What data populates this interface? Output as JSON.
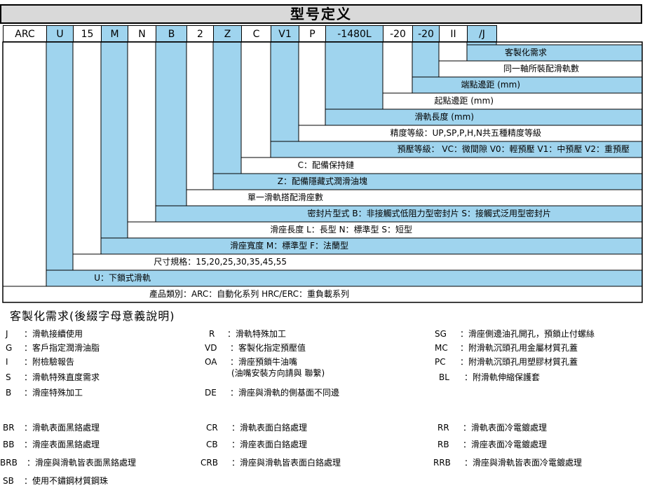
{
  "title": "型号定义",
  "code_cells": [
    "ARC",
    "U",
    "15",
    "M",
    "N",
    "B",
    "2",
    "Z",
    "C",
    "V1",
    "P",
    "-1480L",
    "-20",
    "-20",
    "II",
    "/J"
  ],
  "descriptions": [
    "客製化需求",
    "同一軸所裝配滑軌數",
    "端點邊距 (mm)",
    "起點邊距 (mm)",
    "滑軌長度 (mm)",
    "精度等級：UP,SP,P,H,N共五種精度等級",
    "預壓等級： VC：微間隙  V0：輕預壓   V1：中預壓   V2：重預壓",
    "C：配備保持鏈",
    "Z：配備隱藏式潤滑油塊",
    "單一滑軌搭配滑座數",
    "密封片型式    B：非接觸式低阻力型密封片    S：接觸式泛用型密封片",
    "滑座長度  L：長型      N：標準型      S：短型",
    "滑座寬度  M：標準型       F：法蘭型",
    "尺寸規格：15,20,25,30,35,45,55",
    "U：下鎖式滑軌",
    "產品類別：ARC：自動化系列      HRC/ERC：重負載系列"
  ],
  "suffix_section_title": "客製化需求(後綴字母意義說明)",
  "options": [
    {
      "code": "J",
      "text": "：滑軌接續使用"
    },
    {
      "code": "R",
      "text": "：滑軌特殊加工"
    },
    {
      "code": "SG",
      "text": "：滑座側邊油孔開孔，預鎖止付螺絲"
    },
    {
      "code": "G",
      "text": "：客戶指定潤滑油脂"
    },
    {
      "code": "VD",
      "text": "：客製化指定預壓值"
    },
    {
      "code": "MC",
      "text": "：附滑軌沉頭孔用金屬材質孔蓋"
    },
    {
      "code": "I",
      "text": "：附檢驗報告"
    },
    {
      "code": "OA",
      "text": "：滑座預鎖牛油嘴"
    },
    {
      "code": "PC",
      "text": "：附滑軌沉頭孔用塑膠材質孔蓋"
    },
    {
      "code": "",
      "text": "(油嘴安裝方向請與      聯繫)"
    },
    {
      "code": "S",
      "text": "：滑軌特殊直度需求"
    },
    {
      "code": "BL",
      "text": "：附滑軌伸縮保護套"
    },
    {
      "code": "B",
      "text": "：滑座特殊加工"
    },
    {
      "code": "DE",
      "text": "：滑座與滑軌的側基面不同邊"
    },
    {
      "code": "BR",
      "text": "：滑軌表面黑鉻處理"
    },
    {
      "code": "CR",
      "text": "：滑軌表面白鉻處理"
    },
    {
      "code": "RR",
      "text": "：滑軌表面冷電鍍處理"
    },
    {
      "code": "BB",
      "text": "：滑座表面黑鉻處理"
    },
    {
      "code": "CB",
      "text": "：滑座表面白鉻處理"
    },
    {
      "code": "RB",
      "text": "：滑座表面冷電鍍處理"
    },
    {
      "code": "BRB",
      "text": "：滑座與滑軌皆表面黑鉻處理"
    },
    {
      "code": "CRB",
      "text": "：滑座與滑軌皆表面白鉻處理"
    },
    {
      "code": "RRB",
      "text": "：滑座與滑軌皆表面冷電鍍處理"
    },
    {
      "code": "SB",
      "text": "：使用不鏽鋼材質鋼珠"
    }
  ],
  "colors": {
    "band_blue": "#9fd4ee",
    "title_gray": "#d9d9d9"
  }
}
